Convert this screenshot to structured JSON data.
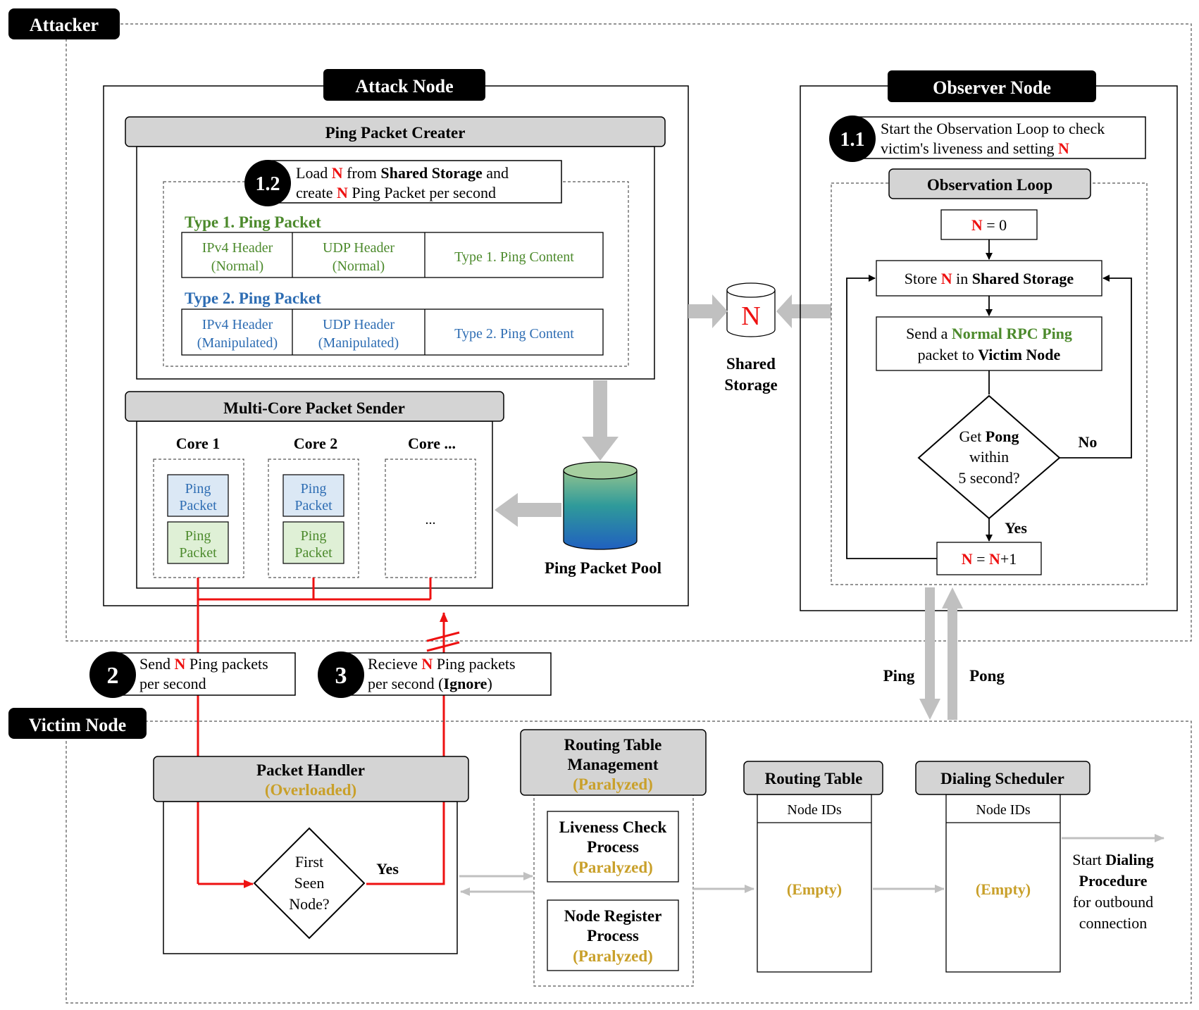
{
  "labels": {
    "attacker": "Attacker",
    "attack_node": "Attack Node",
    "observer_node": "Observer Node",
    "victim_node": "Victim Node"
  },
  "creator": {
    "title": "Ping Packet Creater",
    "step_badge": "1.2",
    "step_l1_a": "Load ",
    "step_l1_n": "N",
    "step_l1_b": " from ",
    "step_l1_c": "Shared Storage",
    "step_l1_d": " and",
    "step_l2_a": "create ",
    "step_l2_n": "N",
    "step_l2_b": " Ping Packet per second",
    "type1_title": "Type 1. Ping Packet",
    "type1_c1_l1": "IPv4 Header",
    "type1_c1_l2": "(Normal)",
    "type1_c2_l1": "UDP Header",
    "type1_c2_l2": "(Normal)",
    "type1_c3": "Type 1. Ping Content",
    "type2_title": "Type 2. Ping Packet",
    "type2_c1_l1": "IPv4 Header",
    "type2_c1_l2": "(Manipulated)",
    "type2_c2_l1": "UDP Header",
    "type2_c2_l2": "(Manipulated)",
    "type2_c3": "Type 2. Ping Content"
  },
  "sender": {
    "title": "Multi-Core Packet Sender",
    "core1": "Core 1",
    "core2": "Core 2",
    "core3": "Core ...",
    "ping": "Ping",
    "packet": "Packet",
    "ellipsis": "..."
  },
  "pool": {
    "label": "Ping Packet Pool"
  },
  "storage": {
    "n": "N",
    "label_l1": "Shared",
    "label_l2": "Storage"
  },
  "observer": {
    "step_badge": "1.1",
    "step_l1": "Start the Observation Loop to check",
    "step_l2_a": "victim's liveness and setting ",
    "step_l2_n": "N",
    "loop_title": "Observation Loop",
    "n0_n": "N",
    "n0_rest": " = 0",
    "store_a": "Store ",
    "store_n": "N",
    "store_b": " in ",
    "store_c": "Shared Storage",
    "send_l1_a": "Send a ",
    "send_l1_b": "Normal RPC Ping",
    "send_l2_a": "packet  to ",
    "send_l2_b": "Victim Node",
    "dec_l1_a": "Get ",
    "dec_l1_b": "Pong",
    "dec_l2": "within",
    "dec_l3": "5 second?",
    "no": "No",
    "yes": "Yes",
    "inc_n1": "N",
    "inc_eq": " = ",
    "inc_n2": "N",
    "inc_rest": "+1"
  },
  "flows": {
    "ping": "Ping",
    "pong": "Pong"
  },
  "step2": {
    "badge": "2",
    "l1_a": "Send ",
    "l1_n": "N",
    "l1_b": " Ping packets",
    "l2": "per second"
  },
  "step3": {
    "badge": "3",
    "l1_a": "Recieve ",
    "l1_n": "N",
    "l1_b": " Ping packets",
    "l2_a": "per second (",
    "l2_b": "Ignore",
    "l2_c": ")"
  },
  "victim": {
    "handler_title": "Packet Handler",
    "handler_status": "(Overloaded)",
    "dec_l1": "First",
    "dec_l2": "Seen",
    "dec_l3": "Node?",
    "yes": "Yes",
    "rtm_l1": "Routing Table",
    "rtm_l2": "Management",
    "rtm_status": "(Paralyzed)",
    "live_l1": "Liveness Check",
    "live_l2": "Process",
    "live_status": "(Paralyzed)",
    "reg_l1": "Node Register",
    "reg_l2": "Process",
    "reg_status": "(Paralyzed)",
    "rt_title": "Routing Table",
    "rt_col": "Node IDs",
    "rt_empty": "(Empty)",
    "ds_title": "Dialing Scheduler",
    "ds_col": "Node IDs",
    "ds_empty": "(Empty)",
    "start_l1_a": "Start ",
    "start_l1_b": "Dialing",
    "start_l2": "Procedure",
    "start_l3": "for outbound",
    "start_l4": "connection"
  },
  "colors": {
    "red": "#ee1111",
    "green": "#4c8a2c",
    "blue": "#2e6db3",
    "gold": "#c9a02a",
    "gray_header": "#d4d4d4",
    "arrow_gray": "#c0c0c0"
  }
}
